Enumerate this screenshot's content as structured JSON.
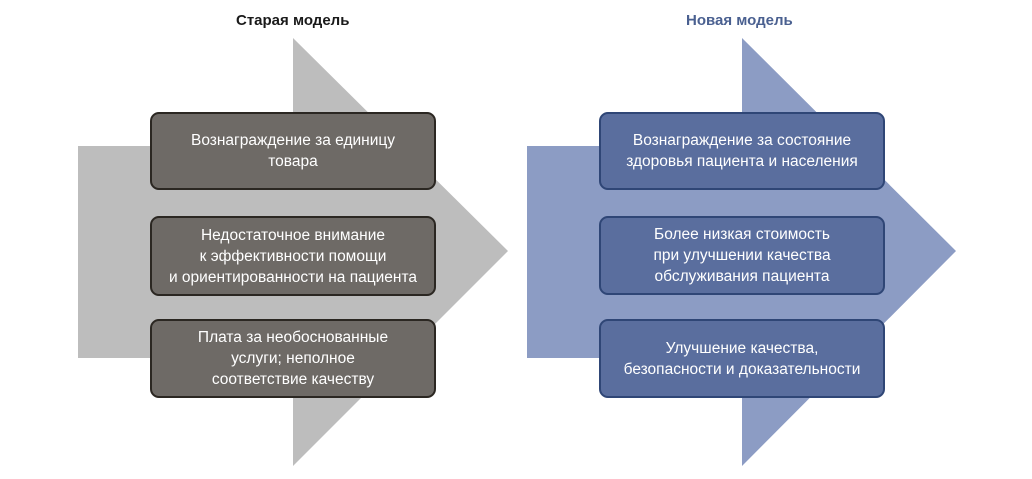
{
  "diagram": {
    "colors": {
      "old_arrow": "#bdbdbd",
      "old_box_fill": "#6e6a66",
      "old_box_border": "#2b2722",
      "new_arrow": "#8c9cc4",
      "new_box_fill": "#5a6e9e",
      "new_box_border": "#2f4676",
      "new_title": "#4a6090"
    },
    "old_model": {
      "title": "Старая модель",
      "items": [
        [
          "Вознаграждение за единицу",
          "товара"
        ],
        [
          "Недостаточное внимание",
          "к эффективности помощи",
          "и ориентированности на пациента"
        ],
        [
          "Плата за необоснованные",
          "услуги; неполное",
          "соответствие качеству"
        ]
      ]
    },
    "new_model": {
      "title": "Новая модель",
      "items": [
        [
          "Вознаграждение за состояние",
          "здоровья пациента и населения"
        ],
        [
          "Более низкая стоимость",
          "при улучшении качества",
          "обслуживания пациента"
        ],
        [
          "Улучшение качества,",
          "безопасности и доказательности"
        ]
      ]
    }
  }
}
